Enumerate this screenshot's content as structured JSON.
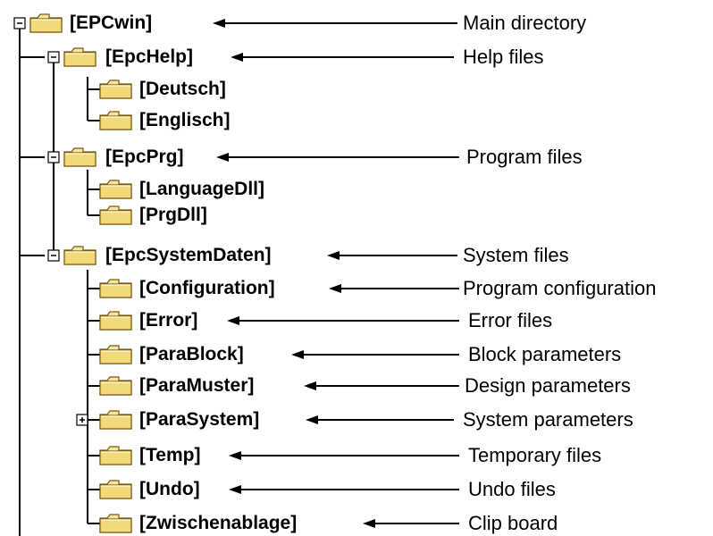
{
  "tree": {
    "root": {
      "label": "[EPCwin]",
      "description": "Main directory",
      "toggle": "minus"
    },
    "nodes": [
      {
        "label": "[EpcHelp]",
        "description": "Help files",
        "toggle": "minus"
      },
      {
        "label": "[Deutsch]",
        "description": ""
      },
      {
        "label": "[Englisch]",
        "description": ""
      },
      {
        "label": "[EpcPrg]",
        "description": "Program files",
        "toggle": "minus"
      },
      {
        "label": "[LanguageDll]",
        "description": ""
      },
      {
        "label": "[PrgDll]",
        "description": ""
      },
      {
        "label": "[EpcSystemDaten]",
        "description": "System files",
        "toggle": "minus"
      },
      {
        "label": "[Configuration]",
        "description": "Program configuration"
      },
      {
        "label": "[Error]",
        "description": "Error files"
      },
      {
        "label": "[ParaBlock]",
        "description": "Block parameters"
      },
      {
        "label": "[ParaMuster]",
        "description": "Design parameters"
      },
      {
        "label": "[ParaSystem]",
        "description": "System parameters",
        "toggle": "plus"
      },
      {
        "label": "[Temp]",
        "description": "Temporary files"
      },
      {
        "label": "[Undo]",
        "description": "Undo files"
      },
      {
        "label": "[Zwischenablage]",
        "description": "Clip board"
      }
    ]
  },
  "colors": {
    "folder_fill": "#f2d97a",
    "folder_tab": "#f7e6a0",
    "folder_outline": "#7a5a10",
    "line": "#000000"
  }
}
